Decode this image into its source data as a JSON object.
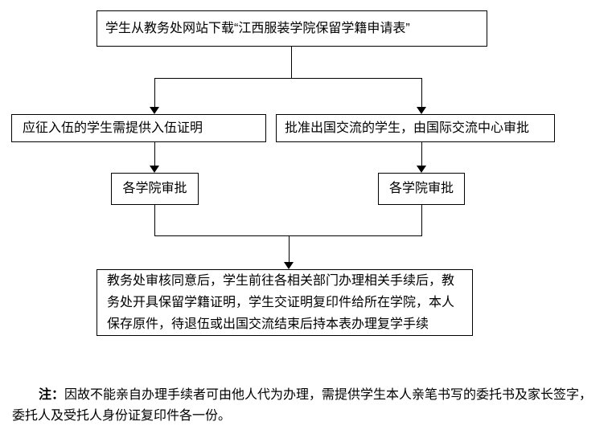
{
  "page": {
    "background": "#ffffff"
  },
  "colors": {
    "line": "#000000",
    "text": "#000000",
    "box_border": "#000000"
  },
  "flowchart": {
    "type": "flowchart",
    "nodes": {
      "download": "学生从教务处网站下载“江西服装学院保留学籍申请表”",
      "enlist": "应征入伍的学生需提供入伍证明",
      "abroad": "批准出国交流的学生，由国际交流中心审批",
      "college_approval_left": "各学院审批",
      "college_approval_right": "各学院审批",
      "result": "教务处审核同意后，学生前往各相关部门办理相关手续后，教务处开具保留学籍证明，学生交证明复印件给所在学院，本人保存原件，待退伍或出国交流结束后持本表办理复学手续"
    },
    "edges": [
      {
        "from": "download",
        "to": "enlist"
      },
      {
        "from": "download",
        "to": "abroad"
      },
      {
        "from": "enlist",
        "to": "college_approval_left"
      },
      {
        "from": "abroad",
        "to": "college_approval_right"
      },
      {
        "from": "college_approval_left",
        "to": "result"
      },
      {
        "from": "college_approval_right",
        "to": "result"
      }
    ],
    "note": {
      "label": "注：",
      "text": "因故不能亲自办理手续者可由他人代为办理，需提供学生本人亲笔书写的委托书及家长签字，委托人及受托人身份证复印件各一份。"
    }
  }
}
